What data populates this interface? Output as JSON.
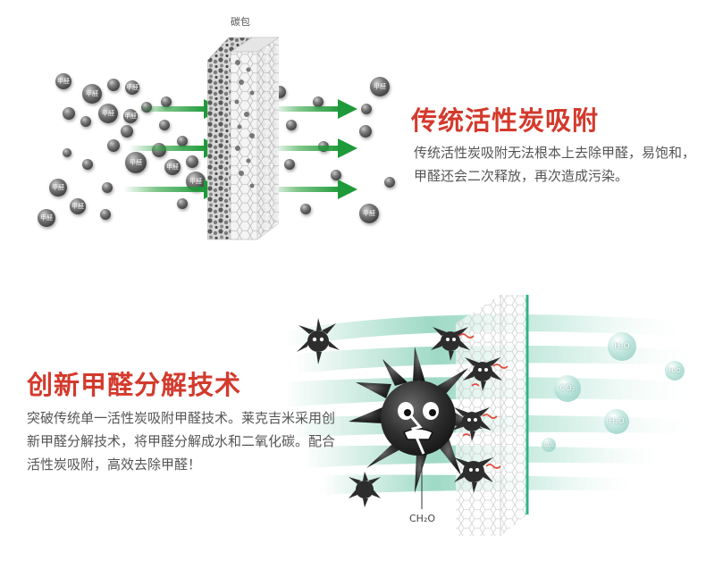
{
  "top": {
    "carbon_label": "碳包",
    "molecule_label": "甲醛",
    "title": "传统活性炭吸附",
    "description": "传统活性炭吸附无法根本上去除甲醛，易饱和，甲醛还会二次释放，再次造成污染。"
  },
  "bottom": {
    "title": "创新甲醛分解技术",
    "description": "突破传统单一活性炭吸附甲醛技术。莱克吉米采用创新甲醛分解技术，将甲醛分解成水和二氧化碳。配合活性炭吸附，高效去除甲醛！",
    "ch2o_label": "CH₂O",
    "h2o_label": "H₂O",
    "co2_label": "CO₂"
  },
  "colors": {
    "title_red": "#d33a2c",
    "arrow_green": "#1f9a3a",
    "stream_teal": "#3cb38a",
    "text_gray": "#555555"
  }
}
